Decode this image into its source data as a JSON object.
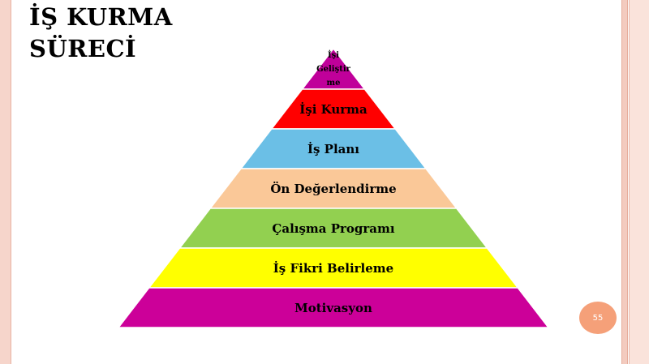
{
  "slide": {
    "title_lines": [
      "İŞ KURMA",
      "SÜRECİ"
    ],
    "page_number": "55"
  },
  "pyramid": {
    "top": {
      "label_lines": [
        "İşi",
        "Geliştir",
        "me"
      ],
      "color": "#c0009a"
    },
    "tiers": [
      {
        "label": "İşi Kurma",
        "color": "#ff0000"
      },
      {
        "label": "İş Planı",
        "color": "#6bbfe6"
      },
      {
        "label": "Ön Değerlendirme",
        "color": "#fac898"
      },
      {
        "label": "Çalışma Programı",
        "color": "#92d050"
      },
      {
        "label": "İş Fikri  Belirleme",
        "color": "#ffff00"
      },
      {
        "label": "Motivasyon",
        "color": "#cc0099"
      }
    ]
  },
  "theme": {
    "stripe_color": "#f6d5cb",
    "badge_color": "#f5a079"
  }
}
